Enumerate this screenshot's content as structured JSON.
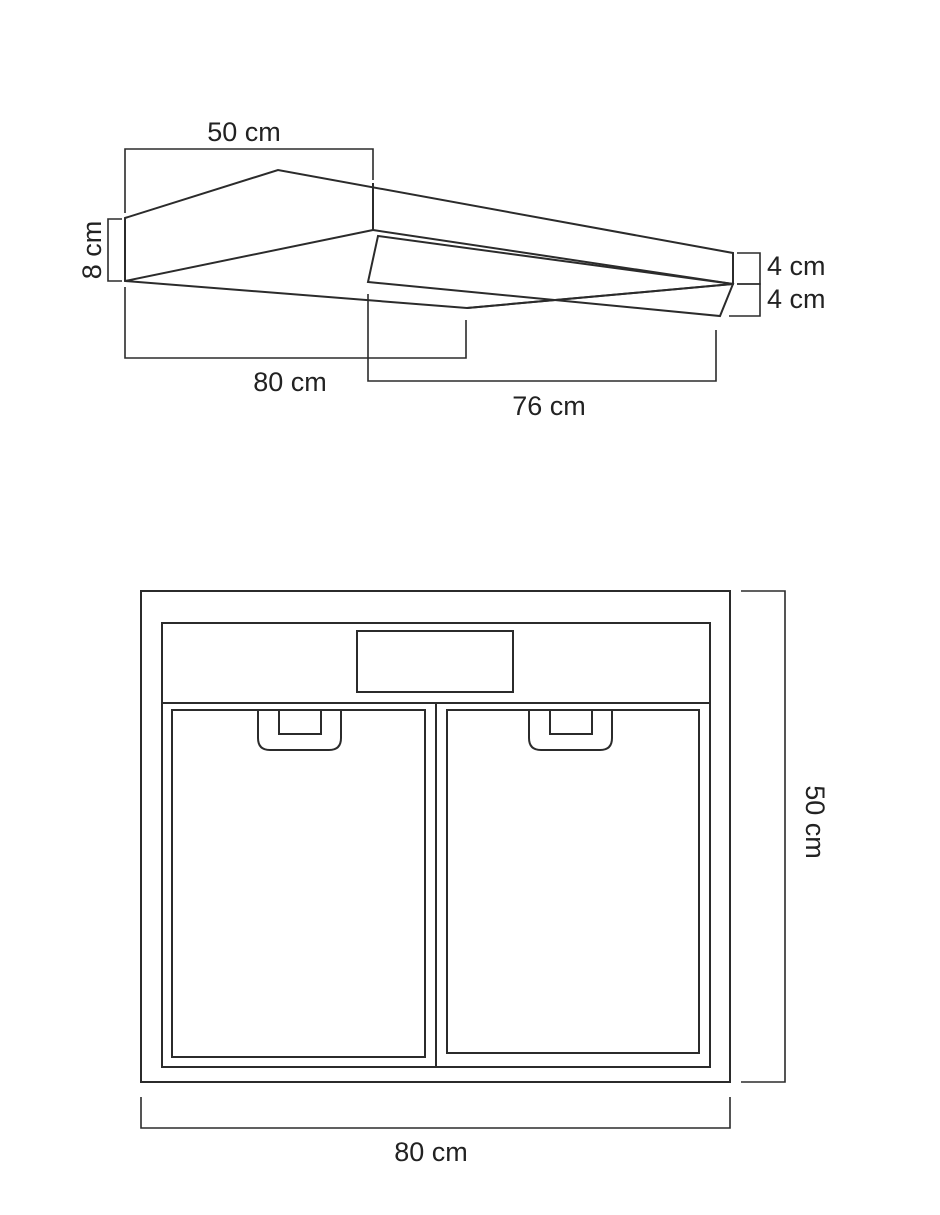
{
  "iso_view": {
    "dim_depth": "50 cm",
    "dim_height": "8 cm",
    "dim_width": "80 cm",
    "dim_panel_width": "76 cm",
    "dim_top_step": "4 cm",
    "dim_bottom_step": "4 cm"
  },
  "bottom_view": {
    "dim_width": "80 cm",
    "dim_depth": "50 cm"
  },
  "colors": {
    "line": "#2b2b2b",
    "background": "#ffffff"
  }
}
